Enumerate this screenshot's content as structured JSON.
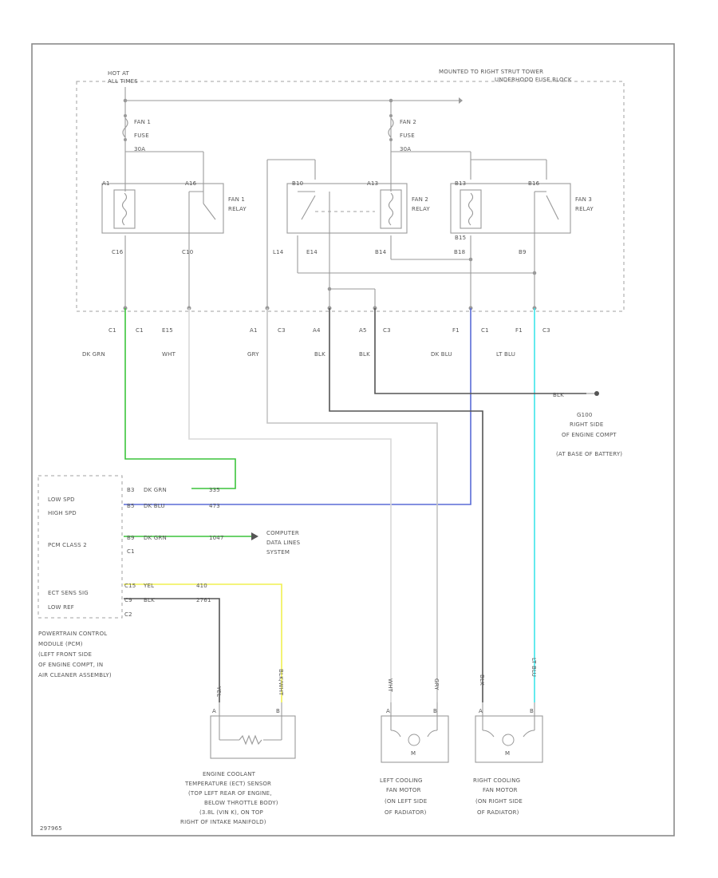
{
  "header": {
    "hot_at": "HOT AT",
    "all_times": "ALL TIMES",
    "mounted_line1": "MOUNTED TO RIGHT STRUT TOWER",
    "mounted_line2": "UNDERHOOD FUSE BLOCK"
  },
  "fuses": [
    {
      "name": "FAN 1",
      "label": "FUSE",
      "rating": "30A"
    },
    {
      "name": "FAN 2",
      "label": "FUSE",
      "rating": "30A"
    }
  ],
  "relays": [
    {
      "name": "FAN 1",
      "label": "RELAY"
    },
    {
      "name": "FAN 2",
      "label": "RELAY"
    },
    {
      "name": "FAN 3",
      "label": "RELAY"
    }
  ],
  "relay_terminals": [
    "A1",
    "A16",
    "B10",
    "A13",
    "B13",
    "B16",
    "B15",
    "C16",
    "C10",
    "L14",
    "E14",
    "B14",
    "B18",
    "B9"
  ],
  "connectors": [
    {
      "pin": "C1",
      "conn": "C1"
    },
    {
      "pin": "E15",
      "conn": ""
    },
    {
      "pin": "A1",
      "conn": "C3"
    },
    {
      "pin": "A4",
      "conn": ""
    },
    {
      "pin": "A5",
      "conn": "C3"
    },
    {
      "pin": "F1",
      "conn": "C1"
    },
    {
      "pin": "F1",
      "conn": "C3"
    }
  ],
  "wire_colors": [
    "DK GRN",
    "WHT",
    "GRY",
    "BLK",
    "BLK",
    "DK BLU",
    "LT BLU"
  ],
  "ground": {
    "wire": "BLK",
    "id": "G100",
    "line1": "RIGHT SIDE",
    "line2": "OF ENGINE COMPT",
    "line3": "(AT BASE OF BATTERY)"
  },
  "pcm": {
    "rows": [
      {
        "label": "LOW SPD",
        "pin": "B3",
        "color": "DK GRN",
        "circuit": "335"
      },
      {
        "label": "HIGH SPD",
        "pin": "B5",
        "color": "DK BLU",
        "circuit": "473"
      },
      {
        "label": "PCM CLASS 2",
        "pin": "B9",
        "color": "DK GRN",
        "circuit": "1047"
      },
      {
        "label": "ECT SENS SIG",
        "pin": "C15",
        "color": "YEL",
        "circuit": "410"
      },
      {
        "label": "LOW REF",
        "pin": "C9",
        "color": "BLK",
        "circuit": "2761"
      }
    ],
    "conn_c1": "C1",
    "conn_c2": "C2",
    "computer_link": [
      "COMPUTER",
      "DATA LINES",
      "SYSTEM"
    ],
    "description": [
      "POWERTRAIN CONTROL",
      "MODULE (PCM)",
      "(LEFT FRONT SIDE",
      "OF ENGINE COMPT, IN",
      "AIR CLEANER ASSEMBLY)"
    ]
  },
  "components": {
    "ect": {
      "wires": [
        "YEL",
        "BLK/WHT"
      ],
      "pins": [
        "A",
        "B"
      ],
      "description": [
        "ENGINE COOLANT",
        "TEMPERATURE (ECT) SENSOR",
        "(TOP LEFT REAR OF ENGINE,",
        "BELOW THROTTLE BODY)",
        "(3.8L (VIN K), ON TOP",
        "RIGHT OF INTAKE MANIFOLD)"
      ]
    },
    "left_fan": {
      "wires": [
        "WHT",
        "GRY"
      ],
      "pins": [
        "A",
        "B"
      ],
      "motor": "M",
      "description": [
        "LEFT COOLING",
        "FAN MOTOR",
        "(ON LEFT SIDE",
        "OF RADIATOR)"
      ]
    },
    "right_fan": {
      "wires": [
        "BLK",
        "LT BLU"
      ],
      "pins": [
        "A",
        "B"
      ],
      "motor": "M",
      "description": [
        "RIGHT COOLING",
        "FAN MOTOR",
        "(ON RIGHT SIDE",
        "OF RADIATOR)"
      ]
    }
  },
  "figure_id": "297965",
  "colors": {
    "dk_grn": "#3cc43c",
    "dk_blu": "#5a6cd6",
    "lt_blu": "#3de4ea",
    "yel": "#f0f050",
    "blk": "#555555",
    "wht": "#d8d8d8",
    "gry": "#c4c4c4"
  }
}
